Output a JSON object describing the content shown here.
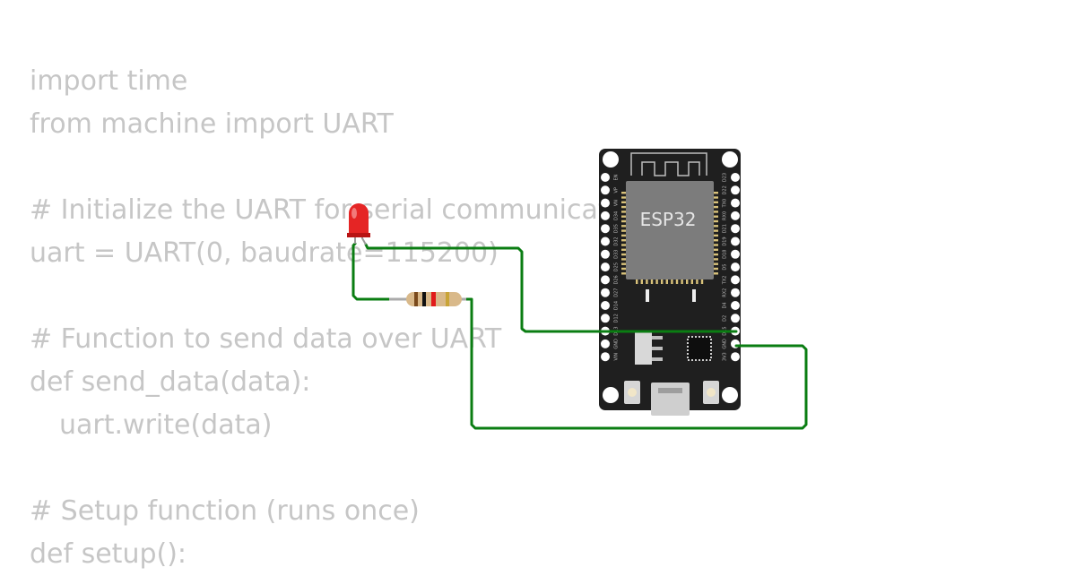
{
  "code": {
    "lines": [
      "import time",
      "from machine import UART",
      "",
      "# Initialize the UART for serial communication",
      "uart = UART(0, baudrate=115200)",
      "",
      "# Function to send data over UART",
      "def send_data(data):",
      "uart.write(data)",
      "",
      "# Setup function (runs once)",
      "def setup():"
    ]
  },
  "board": {
    "label": "ESP32",
    "left_pins": [
      "EN",
      "VP",
      "VN",
      "D34",
      "D35",
      "D32",
      "D33",
      "D25",
      "D26",
      "D27",
      "D14",
      "D12",
      "D13",
      "GND",
      "VIN"
    ],
    "right_pins": [
      "D23",
      "D22",
      "TX0",
      "RX0",
      "D21",
      "D19",
      "D18",
      "D5",
      "TX2",
      "RX2",
      "D4",
      "D2",
      "D15",
      "GND",
      "3V3"
    ]
  },
  "colors": {
    "wire": "#0a7d12",
    "board": "#1f1f1f",
    "chip": "#7c7c7c",
    "led": "#e52525",
    "code_text": "#c6c6c6"
  }
}
